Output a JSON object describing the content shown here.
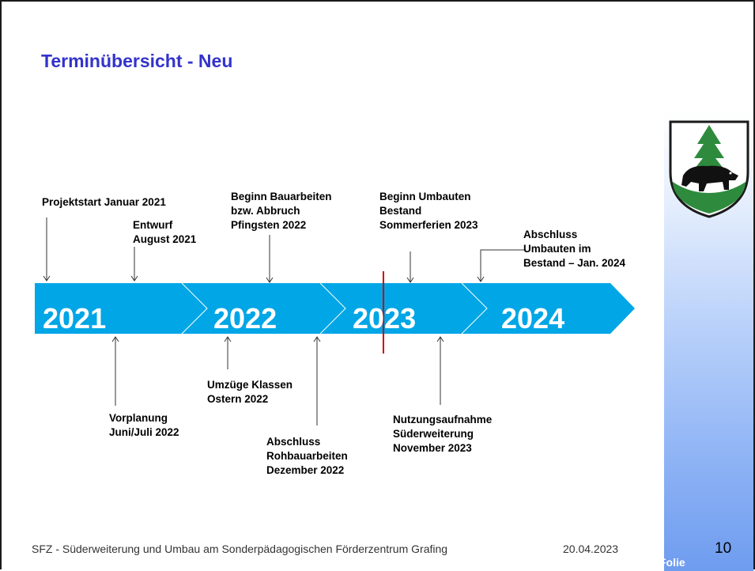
{
  "title": "Terminübersicht - Neu",
  "timeline": {
    "years": [
      "2021",
      "2022",
      "2023",
      "2024"
    ],
    "top_annotations": [
      "Projektstart Januar 2021",
      "Entwurf\nAugust 2021",
      "Beginn Bauarbeiten\nbzw. Abbruch\nPfingsten 2022",
      "Beginn Umbauten\nBestand\nSommerferien 2023",
      "Abschluss\nUmbauten im\nBestand – Jan. 2024"
    ],
    "bottom_annotations": [
      "Vorplanung\nJuni/Juli 2022",
      "Umzüge Klassen\nOstern 2022",
      "Abschluss\nRohbauarbeiten\nDezember 2022",
      "Nutzungsaufnahme\nSüderweiterung\nNovember 2023"
    ]
  },
  "footer": {
    "text": "SFZ - Süderweiterung und Umbau am Sonderpädagogischen Förderzentrum Grafing",
    "date": "20.04.2023",
    "folie_label": "Folie",
    "slide_number": "10"
  },
  "colors": {
    "title": "#3333cc",
    "arrow_fill": "#00a6e6",
    "marker": "#cc0000"
  },
  "icons": {
    "crest": "coat-of-arms-boar-tree-icon"
  }
}
